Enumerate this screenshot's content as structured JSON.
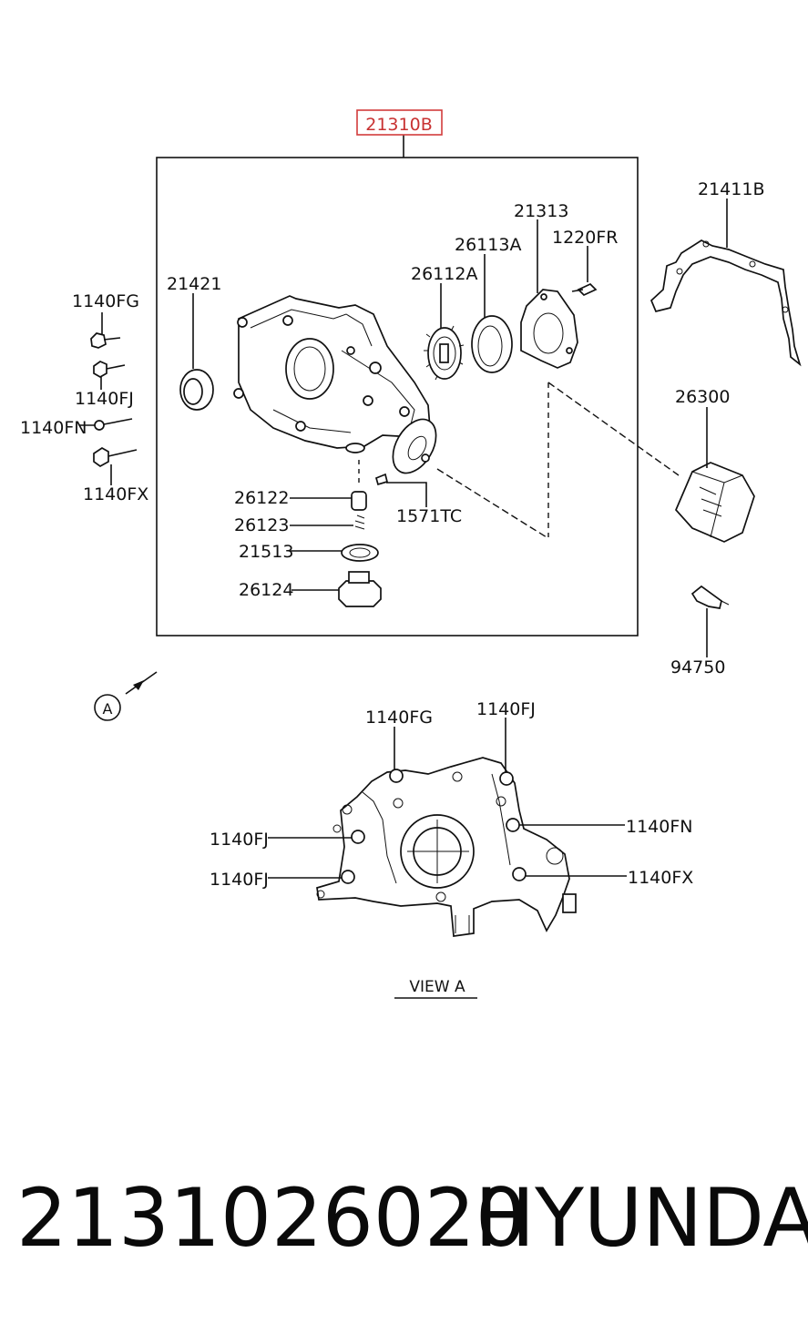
{
  "highlight": {
    "label": "21310B",
    "color": "#d23c3c"
  },
  "labels": {
    "p21411B": "21411B",
    "p21313": "21313",
    "p1220FR": "1220FR",
    "p26113A": "26113A",
    "p26112A": "26112A",
    "p21421": "21421",
    "p1140FG": "1140FG",
    "p1140FJ": "1140FJ",
    "p1140FN": "1140FN",
    "p1140FX": "1140FX",
    "p26300": "26300",
    "p26122": "26122",
    "p26123": "26123",
    "p21513": "21513",
    "p26124": "26124",
    "p1571TC": "1571TC",
    "p94750": "94750"
  },
  "view_a": {
    "marker": "A",
    "title": "VIEW  A",
    "labels": {
      "fg": "1140FG",
      "fj_top": "1140FJ",
      "fn": "1140FN",
      "fj_mid": "1140FJ",
      "fx": "1140FX",
      "fj_low": "1140FJ"
    }
  },
  "footer": {
    "part_number": "2131026020",
    "brand": "HYUNDAI"
  }
}
